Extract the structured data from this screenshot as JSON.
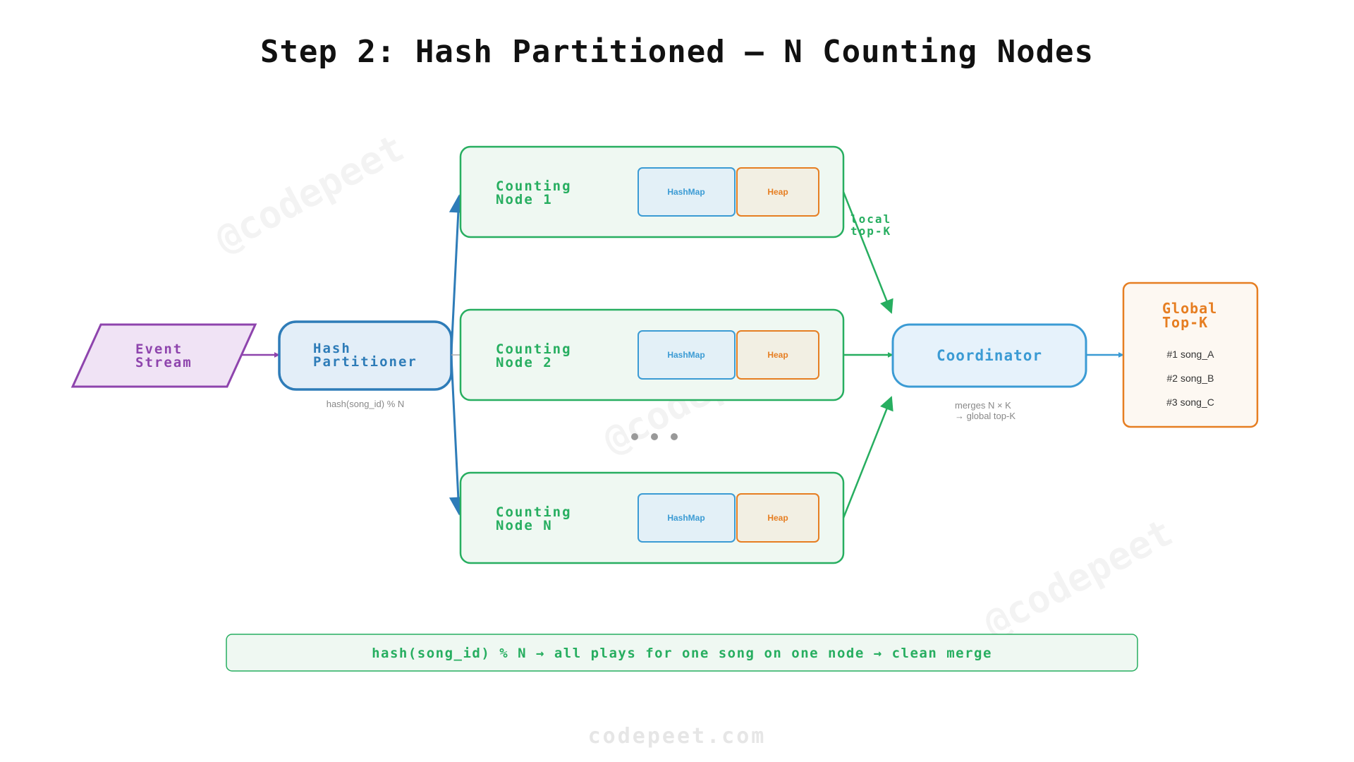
{
  "title": "Step 2: Hash Partitioned — N Counting Nodes",
  "watermark_text": "@codepeet",
  "footer_text": "codepeet.com",
  "event_stream": {
    "line1": "Event",
    "line2": "Stream"
  },
  "hash_partitioner": {
    "line1": "Hash",
    "line2": "Partitioner",
    "caption": "hash(song_id) % N"
  },
  "counting_nodes": [
    {
      "line1": "Counting",
      "line2": "Node 1",
      "hashmap_label": "HashMap",
      "heap_label": "Heap"
    },
    {
      "line1": "Counting",
      "line2": "Node 2",
      "hashmap_label": "HashMap",
      "heap_label": "Heap"
    },
    {
      "line1": "Counting",
      "line2": "Node N",
      "hashmap_label": "HashMap",
      "heap_label": "Heap"
    }
  ],
  "local_topk": {
    "line1": "local",
    "line2": "top-K"
  },
  "coordinator": {
    "label": "Coordinator",
    "caption_line1": "merges N × K",
    "caption_line2": "→ global top-K"
  },
  "global_topk": {
    "line1": "Global",
    "line2": "Top-K",
    "items": [
      "#1 song_A",
      "#2 song_B",
      "#3 song_C"
    ]
  },
  "bottom_note": "hash(song_id) % N → all plays for one song on one node → clean merge",
  "colors": {
    "purple": "#8e44ad",
    "purple_fill": "#f0e3f5",
    "blue_dark": "#2e7cb8",
    "blue_fill": "#e3eef8",
    "green": "#27ae60",
    "green_fill": "#eff8f2",
    "coord_blue": "#3b9bd4",
    "coord_fill": "#e6f2fb",
    "orange": "#e67e22",
    "orange_fill": "#fdf8f2",
    "heap_fill": "#f2efe3",
    "gray": "#888888"
  }
}
